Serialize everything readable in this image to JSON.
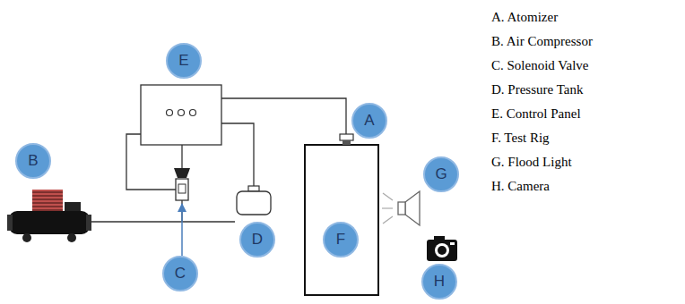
{
  "diagram": {
    "nodes": [
      {
        "text": [
          "E"
        ]
      },
      {
        "text": [
          "A"
        ]
      },
      {
        "text": [
          "B"
        ]
      },
      {
        "text": [
          "G"
        ]
      },
      {
        "text": [
          "D"
        ]
      },
      {
        "text": [
          "F"
        ]
      },
      {
        "text": [
          "C"
        ]
      },
      {
        "text": [
          "H"
        ]
      }
    ],
    "labels": [
      "A.  Atomizer",
      "B.  Air Compressor",
      "C.  Solenoid Valve",
      "D.  Pressure Tank",
      "E.  Control Panel",
      "F.  Test Rig",
      "G.  Flood Light",
      "H.  Camera"
    ]
  }
}
